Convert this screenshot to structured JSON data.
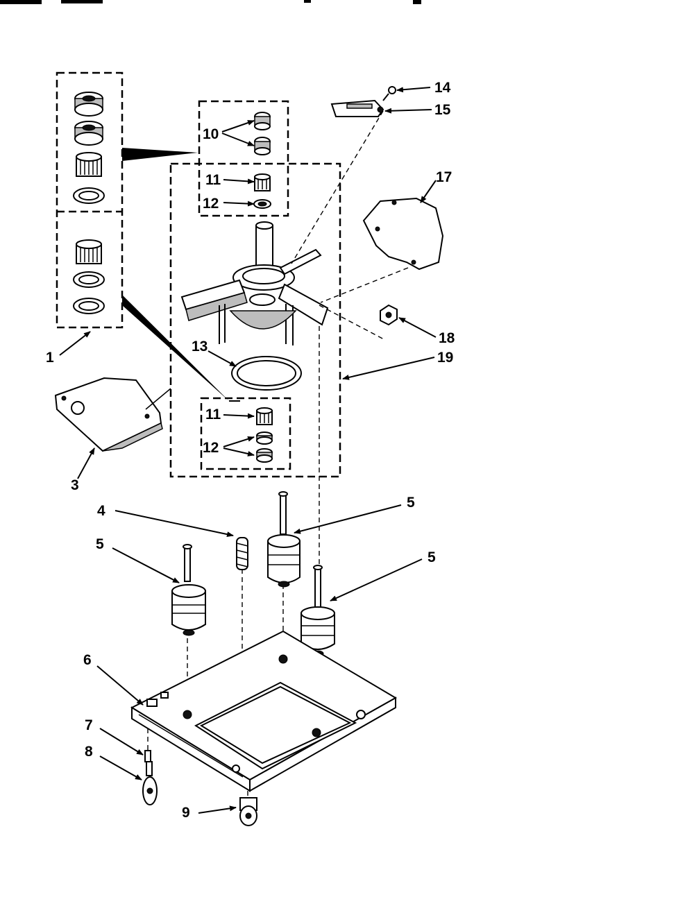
{
  "callouts": {
    "c1": "1",
    "c3": "3",
    "c4": "4",
    "c5a": "5",
    "c5b": "5",
    "c5c": "5",
    "c6": "6",
    "c7": "7",
    "c8": "8",
    "c9": "9",
    "c10": "10",
    "c11a": "11",
    "c11b": "11",
    "c12a": "12",
    "c12b": "12",
    "c13": "13",
    "c14": "14",
    "c15": "15",
    "c17": "17",
    "c18": "18",
    "c19": "19"
  }
}
